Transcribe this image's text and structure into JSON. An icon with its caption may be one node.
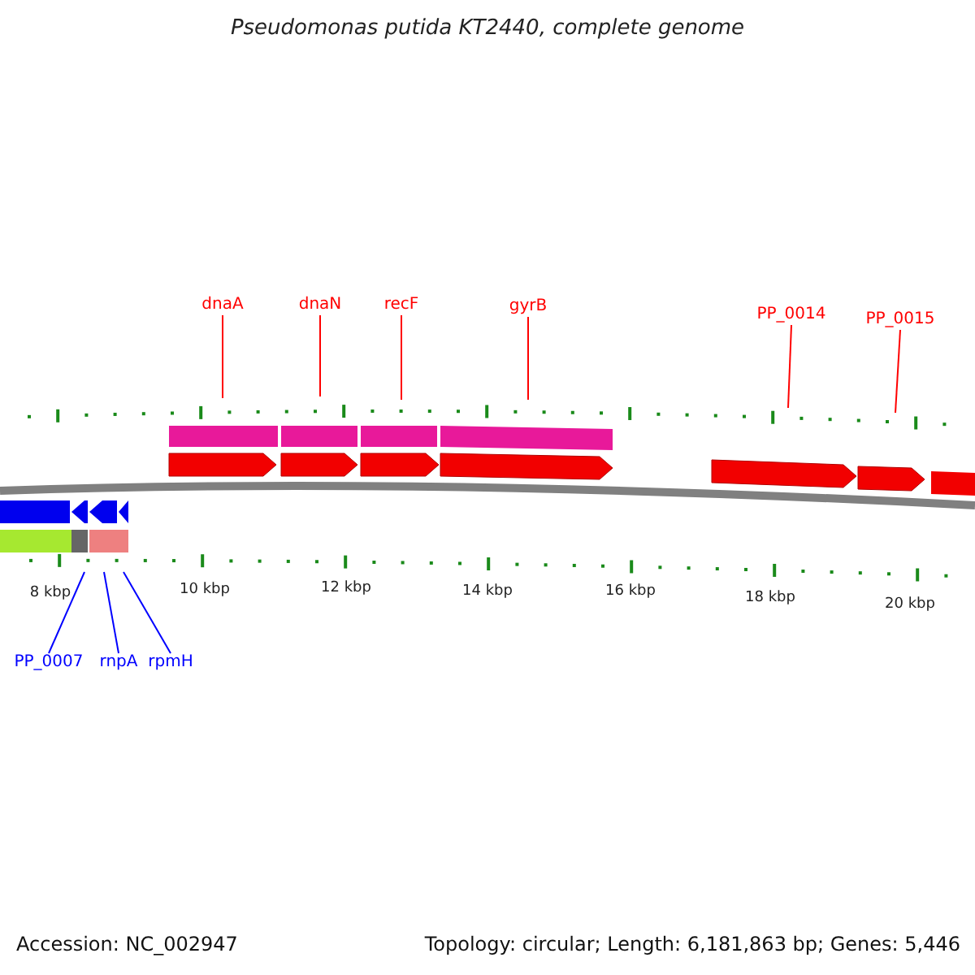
{
  "diagram": {
    "title": "Pseudomonas putida KT2440, complete genome",
    "nodes": [
      {
        "text": [
          "dnaA"
        ]
      },
      {
        "text": [
          "dnaN"
        ]
      },
      {
        "text": [
          "recF"
        ]
      },
      {
        "text": [
          "gyrB"
        ]
      },
      {
        "text": [
          "PP_0014"
        ]
      },
      {
        "text": [
          "PP_0015"
        ]
      },
      {
        "text": [
          "PP_0007"
        ]
      },
      {
        "text": [
          "rnpA"
        ]
      },
      {
        "text": [
          "rpmH"
        ]
      }
    ],
    "edges": [
      {
        "from": 0,
        "to": null,
        "arrow": "none"
      },
      {
        "from": 1,
        "to": null,
        "arrow": "none"
      },
      {
        "from": 2,
        "to": null,
        "arrow": "none"
      },
      {
        "from": 3,
        "to": null,
        "arrow": "none"
      },
      {
        "from": 4,
        "to": null,
        "arrow": "none"
      },
      {
        "from": 5,
        "to": null,
        "arrow": "none"
      },
      {
        "from": 6,
        "to": null,
        "arrow": "none",
        "color": "#0000ff"
      },
      {
        "from": 7,
        "to": null,
        "arrow": "none",
        "color": "#0000ff"
      },
      {
        "from": 8,
        "to": null,
        "arrow": "none",
        "color": "#0000ff"
      }
    ],
    "labels": [
      "8 kbp",
      "10 kbp",
      "12 kbp",
      "14 kbp",
      "16 kbp",
      "18 kbp",
      "20 kbp",
      "Accession: NC_002947",
      "Topology: circular; Length: 6,181,863 bp; Genes: 5,446"
    ]
  }
}
